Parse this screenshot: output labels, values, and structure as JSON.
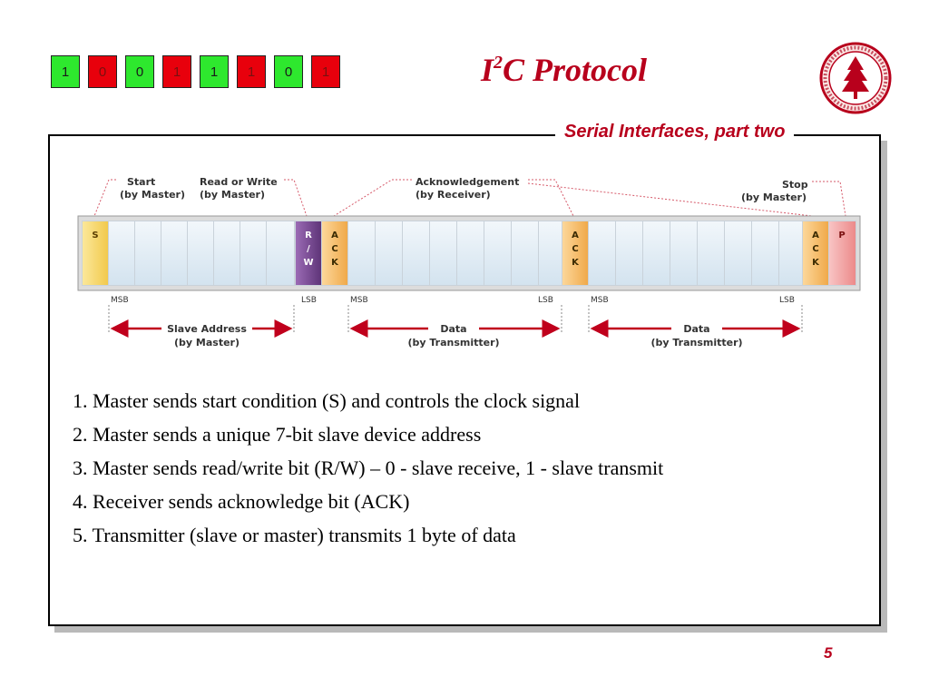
{
  "header": {
    "bits": [
      "1",
      "0",
      "0",
      "1",
      "1",
      "1",
      "0",
      "1"
    ],
    "title_main": "I",
    "title_sup": "2",
    "title_rest": "C Protocol",
    "subtitle": "Serial Interfaces, part two"
  },
  "diagram": {
    "labels": {
      "start": "Start",
      "start_by": "(by Master)",
      "rw": "Read or Write",
      "rw_by": "(by Master)",
      "ack": "Acknowledgement",
      "ack_by": "(by Receiver)",
      "stop": "Stop",
      "stop_by": "(by Master)"
    },
    "cells": {
      "s": "S",
      "r": "R",
      "slash": "/",
      "w": "W",
      "ack1_a": "A",
      "ack1_c": "C",
      "ack1_k": "K",
      "ack2_a": "A",
      "ack2_c": "C",
      "ack2_k": "K",
      "ack3_a": "A",
      "ack3_c": "C",
      "ack3_k": "K",
      "p": "P"
    },
    "bit_labels": {
      "msb1": "MSB",
      "lsb1": "LSB",
      "msb2": "MSB",
      "lsb2": "LSB",
      "msb3": "MSB",
      "lsb3": "LSB"
    },
    "spans": {
      "slave_address": "Slave Address",
      "slave_address_by": "(by Master)",
      "data1": "Data",
      "data1_by": "(by Transmitter)",
      "data2": "Data",
      "data2_by": "(by Transmitter)"
    }
  },
  "steps": [
    "1. Master sends start condition (S) and controls the clock signal",
    "2. Master sends a unique 7-bit slave device address",
    "3. Master sends read/write bit (R/W) – 0 - slave receive, 1 - slave transmit",
    "4. Receiver sends acknowledge bit (ACK)",
    "5. Transmitter (slave or master) transmits 1 byte of data"
  ],
  "footer": {
    "page_number": "5"
  },
  "colors": {
    "accent": "#b8001c",
    "bit_one": "#2ee82e",
    "bit_zero": "#e8000c",
    "start_cell": "#f7d978",
    "rw_cell": "#7d4c96",
    "ack_cell": "#f6c070",
    "stop_cell": "#f2a0a0",
    "data_cell": "#dde9f3"
  }
}
